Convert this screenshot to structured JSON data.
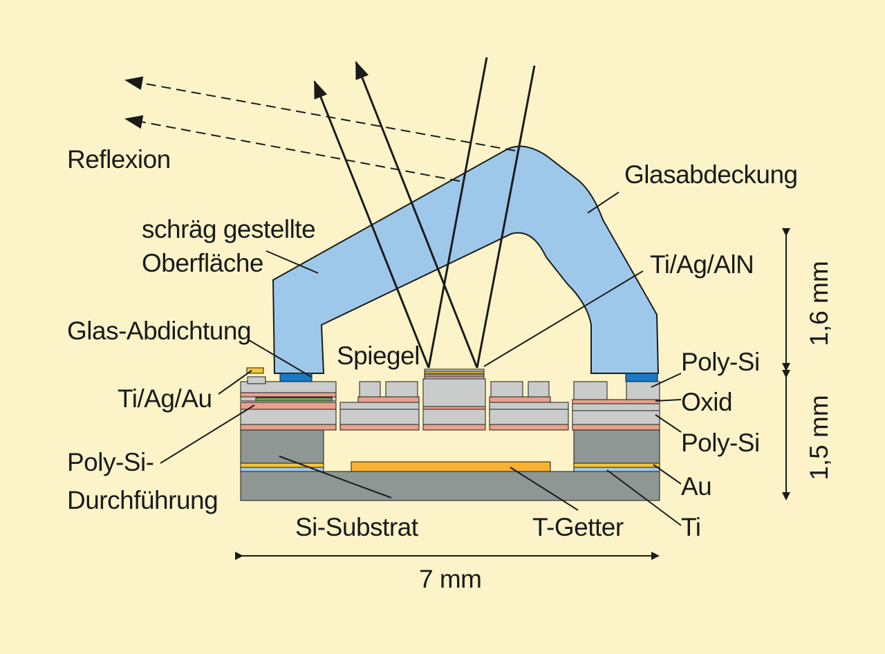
{
  "labels": {
    "reflexion": "Reflexion",
    "glasabdeckung": "Glasabdeckung",
    "schraeg_line1": "schräg gestellte",
    "schraeg_line2": "Oberfläche",
    "ti_ag_aln": "Ti/Ag/AlN",
    "glas_abdichtung": "Glas-Abdichtung",
    "spiegel": "Spiegel",
    "ti_ag_au": "Ti/Ag/Au",
    "poly_si_top": "Poly-Si",
    "oxid": "Oxid",
    "poly_si_bottom": "Poly-Si",
    "au": "Au",
    "ti": "Ti",
    "durchfuehrung_line1": "Poly-Si-",
    "durchfuehrung_line2": "Durchführung",
    "si_substrat": "Si-Substrat",
    "t_getter": "T-Getter",
    "width_dim": "7 mm",
    "height_dim_top": "1,6 mm",
    "height_dim_bottom": "1,5 mm"
  },
  "colors": {
    "background": "#fcf4c8",
    "glass": "#9ec8ea",
    "silicon": "#8e9793",
    "poly_si": "#c9ccca",
    "oxide": "#e9a08c",
    "gold": "#f3c63a",
    "getter": "#f7b030",
    "seal": "#1a78c4",
    "line": "#1a1a1a"
  }
}
